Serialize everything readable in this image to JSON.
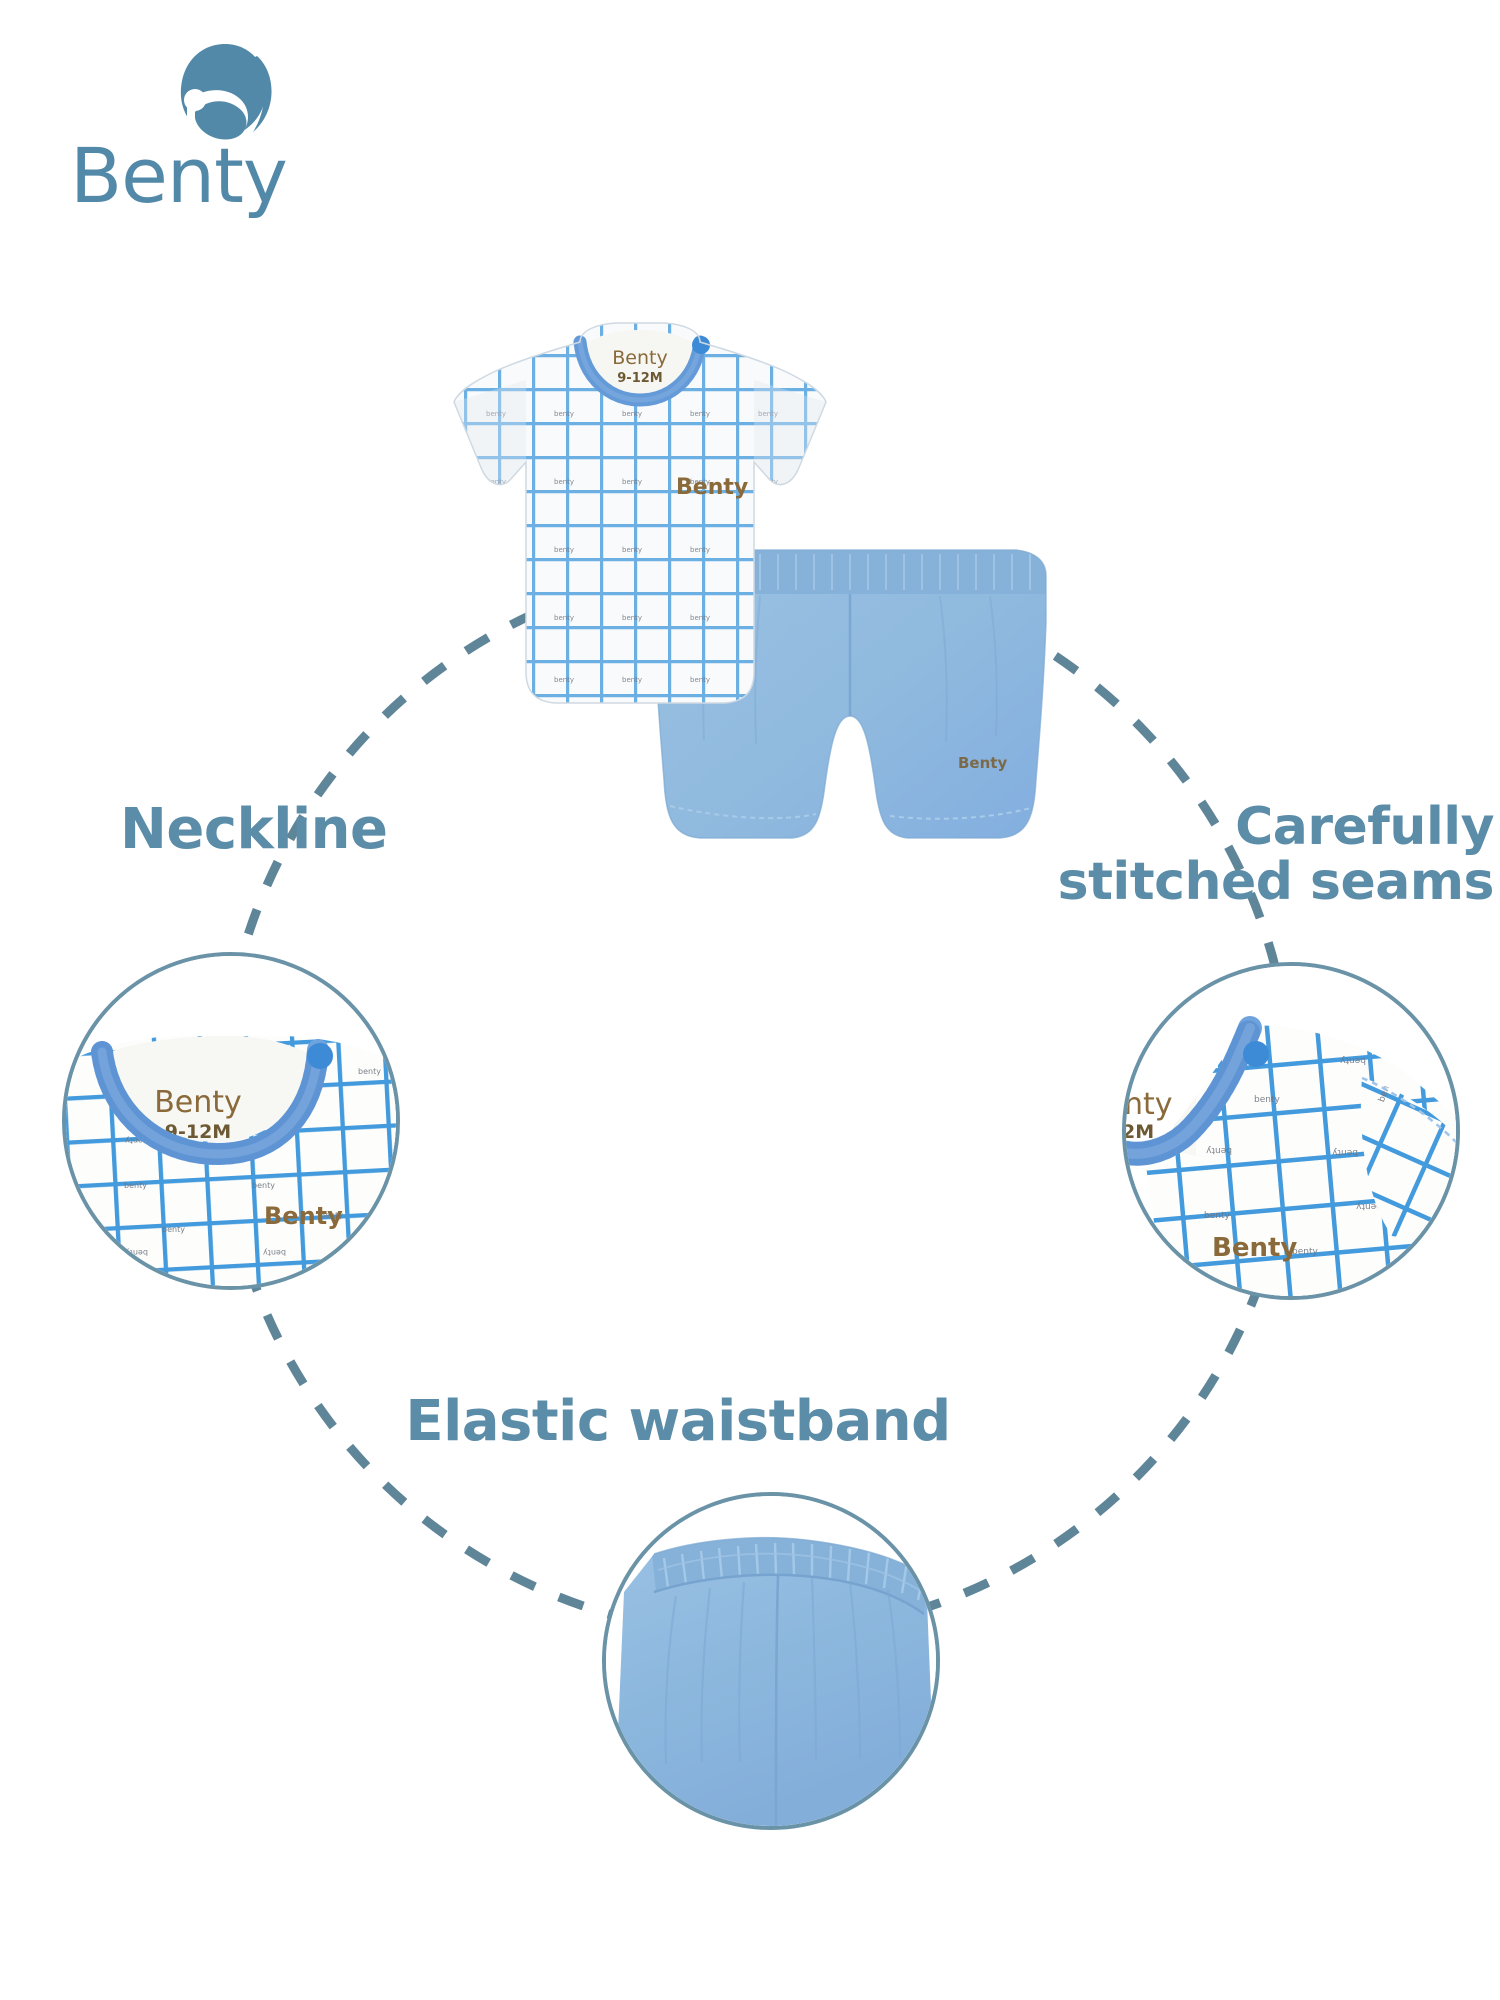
{
  "brand": {
    "name": "Benty",
    "logo_icon": "mother-and-baby-mark",
    "color": "#5389a8"
  },
  "features": [
    {
      "id": "neckline",
      "label": "Neckline",
      "position": "left"
    },
    {
      "id": "seams",
      "label_line1": "Carefully",
      "label_line2": "stitched seams",
      "position": "right"
    },
    {
      "id": "waistband",
      "label": "Elastic waistband",
      "position": "bottom"
    }
  ],
  "product": {
    "tee": {
      "neck_tag_brand": "Benty",
      "neck_tag_size": "9-12M",
      "chest_print": "Benty",
      "fabric_print_word": "benty",
      "body_color": "#fdfdfb",
      "grid_color": "#2e8fd8",
      "rib_color": "#6fa3dd",
      "print_color": "#8a6a3a"
    },
    "shorts": {
      "hip_print": "Benty",
      "color": "#8fb9de",
      "waistband_color": "#86b2da",
      "print_color": "#7a6a4a"
    }
  },
  "style": {
    "accent": "#5389a8",
    "label_color": "#5b8ca8",
    "ring_color": "#6a93a8",
    "dash_color": "#5f8599",
    "background": "#ffffff"
  }
}
